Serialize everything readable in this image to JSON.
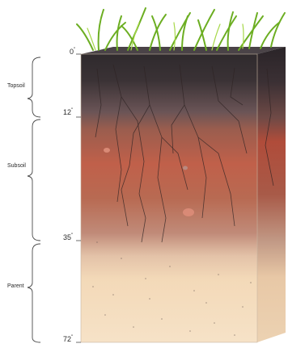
{
  "layers": [
    {
      "name": "Topsoil",
      "top_depth": "0",
      "bottom_depth": "12"
    },
    {
      "name": "Subsoil",
      "top_depth": "12",
      "bottom_depth": "35"
    },
    {
      "name": "Parent",
      "top_depth": "35",
      "bottom_depth": "72"
    }
  ],
  "depth_unit_mark": "\"",
  "colors": {
    "grass": "#7fbf2a",
    "topsoil": "#3a3235",
    "subsoil": "#b0604a",
    "parent": "#f0d3ae",
    "bracket": "#4a4a4a"
  }
}
